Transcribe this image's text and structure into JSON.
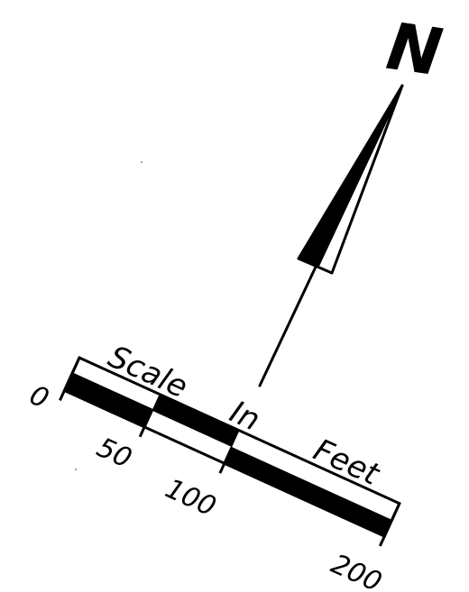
{
  "north_arrow": {
    "letter": "N"
  },
  "scale_bar": {
    "title_words": [
      "Scale",
      "In",
      "Feet"
    ],
    "ticks": [
      "0",
      "50",
      "100",
      "200"
    ],
    "unit": "Feet"
  },
  "colors": {
    "ink": "#000000",
    "paper": "#ffffff"
  }
}
